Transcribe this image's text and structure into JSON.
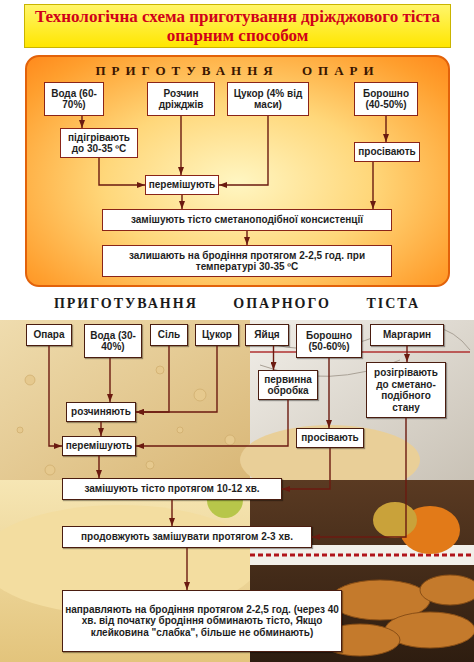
{
  "diagram": {
    "title": "Технологічна схема приготування дріжджового тіста опарним способом",
    "nodes": [
      {
        "text": [
          "ПРИГОТУВАННЯ ОПАРИ"
        ]
      },
      {
        "text": [
          "Вода (60-70%)"
        ],
        "in": 0
      },
      {
        "text": [
          "Розчин дріжджів"
        ],
        "in": 0
      },
      {
        "text": [
          "Цукор (4% від маси)"
        ],
        "in": 0
      },
      {
        "text": [
          "Борошно (40-50%)"
        ],
        "in": 0
      },
      {
        "text": [
          "підігрівають до 30-35 ºС"
        ],
        "in": 0
      },
      {
        "text": [
          "просівають"
        ],
        "in": 0
      },
      {
        "text": [
          "перемішують"
        ],
        "in": 0
      },
      {
        "text": [
          "замішують тісто сметаноподібної консистенції"
        ],
        "in": 0
      },
      {
        "text": [
          "залишають на бродіння протягом 2-2,5 год. при температурі 30-35 ºС"
        ],
        "in": 0
      },
      {
        "text": [
          "Опара"
        ]
      },
      {
        "text": [
          "Вода (30-40%)"
        ]
      },
      {
        "text": [
          "Сіль"
        ]
      },
      {
        "text": [
          "Цукор"
        ]
      },
      {
        "text": [
          "Яйця"
        ]
      },
      {
        "text": [
          "Борошно (50-60%)"
        ]
      },
      {
        "text": [
          "Маргарин"
        ]
      },
      {
        "text": [
          "первинна обробка"
        ]
      },
      {
        "text": [
          "розігрівають до сметано-подібного стану"
        ]
      },
      {
        "text": [
          "розчиняють"
        ]
      },
      {
        "text": [
          "просівають"
        ]
      },
      {
        "text": [
          "перемішують"
        ]
      },
      {
        "text": [
          "замішують тісто протягом 10-12 хв."
        ]
      },
      {
        "text": [
          "продовжують замішувати протягом 2-3 хв."
        ]
      },
      {
        "text": [
          "направляють на бродіння протягом 2-2,5 год. (через 40 хв. від початку бродіння обминають тісто, Якщо клейковина \"слабка\", більше не обминають)"
        ]
      }
    ],
    "edges": [
      {
        "from": 1,
        "to": 5,
        "arrow": "to"
      },
      {
        "from": 5,
        "to": 7,
        "arrow": "to"
      },
      {
        "from": 2,
        "to": 7,
        "arrow": "to"
      },
      {
        "from": 3,
        "to": 7,
        "arrow": "to"
      },
      {
        "from": 4,
        "to": 6,
        "arrow": "to"
      },
      {
        "from": 6,
        "to": 8,
        "arrow": "to"
      },
      {
        "from": 7,
        "to": 8,
        "arrow": "to"
      },
      {
        "from": 8,
        "to": 9,
        "arrow": "to"
      },
      {
        "from": 11,
        "to": 19,
        "arrow": "to"
      },
      {
        "from": 12,
        "to": 19,
        "arrow": "to"
      },
      {
        "from": 13,
        "to": 19,
        "arrow": "to"
      },
      {
        "from": 14,
        "to": 17,
        "arrow": "to"
      },
      {
        "from": 16,
        "to": 18,
        "arrow": "to"
      },
      {
        "from": 15,
        "to": 20,
        "arrow": "to"
      },
      {
        "from": 10,
        "to": 21,
        "arrow": "to"
      },
      {
        "from": 19,
        "to": 21,
        "arrow": "to"
      },
      {
        "from": 17,
        "to": 21,
        "arrow": "to"
      },
      {
        "from": 21,
        "to": 22,
        "arrow": "to"
      },
      {
        "from": 20,
        "to": 22,
        "arrow": "to"
      },
      {
        "from": 22,
        "to": 23,
        "arrow": "to"
      },
      {
        "from": 18,
        "to": 23,
        "arrow": "to"
      },
      {
        "from": 23,
        "to": 24,
        "arrow": "to"
      }
    ],
    "labels": [
      "ПРИГОТУВАННЯ ОПАРНОГО ТІСТА"
    ]
  }
}
